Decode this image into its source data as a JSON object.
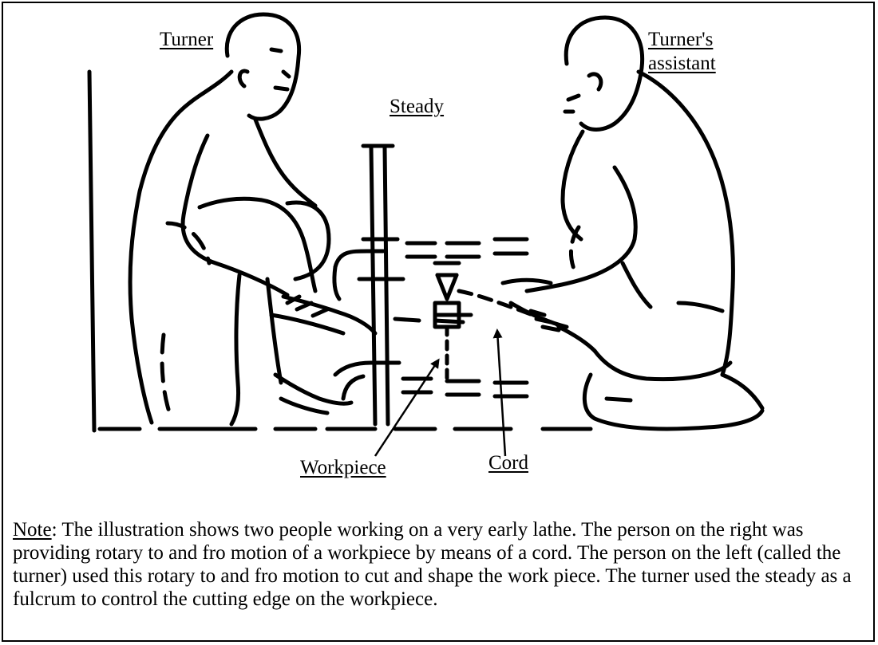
{
  "labels": {
    "turner": "Turner",
    "assistant_line1": "Turner's",
    "assistant_line2": "assistant",
    "steady": "Steady",
    "workpiece": "Workpiece",
    "cord": "Cord"
  },
  "note": {
    "label": "Note",
    "text": ": The illustration shows two people working on a very early lathe.  The person on the right was providing rotary to and fro motion of a workpiece by means of a cord.  The person on the left (called the turner) used this rotary to and fro motion to cut and shape the work piece.  The turner used the steady as a fulcrum to control the cutting edge on the workpiece."
  }
}
